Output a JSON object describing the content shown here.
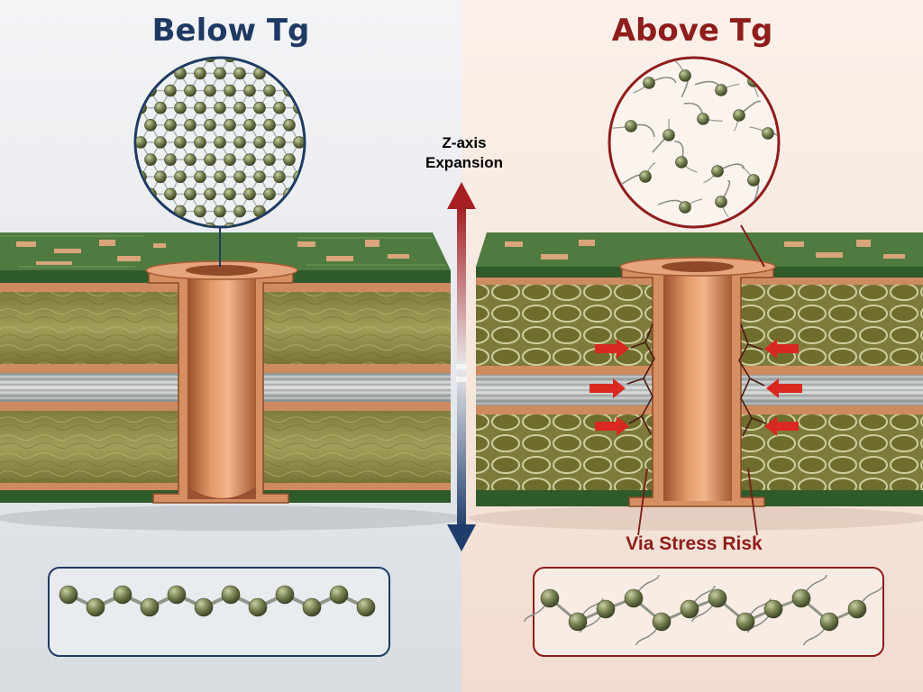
{
  "diagram": {
    "left_title": "Below Tg",
    "right_title": "Above Tg",
    "axis_label_line1": "Z-axis",
    "axis_label_line2": "Expansion",
    "risk_label": "Via Stress Risk"
  },
  "colors": {
    "left_accent": "#1f3a63",
    "right_accent": "#8e1d1b",
    "copper": "#c9784a",
    "pcb_green": "#3d6b35",
    "fiber": "#8f8a46",
    "bead": "#6f7a4e",
    "arrow_red": "#d8281f"
  }
}
